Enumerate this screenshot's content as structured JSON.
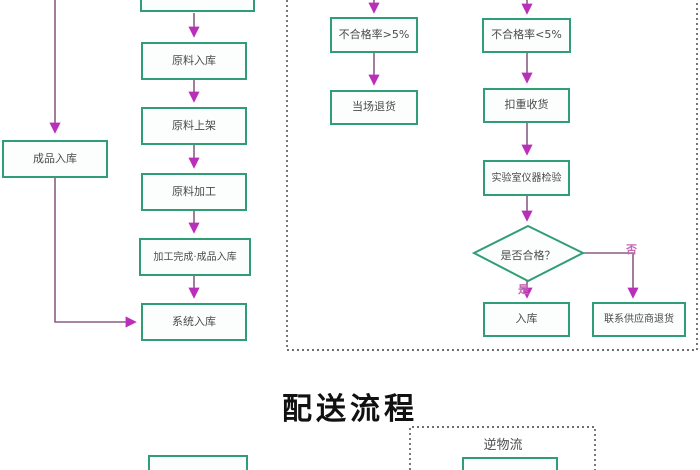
{
  "colors": {
    "node_border": "#2f9e77",
    "node_fill": "#fcfefd",
    "connector_line": "#8a5d86",
    "arrow_head": "#b92fb9",
    "node_text": "#4a4a4a",
    "decision_edge_text": "#c468b4",
    "dashed_border": "#3f3f3f",
    "title_text": "#111111"
  },
  "nodes": {
    "finished_in": "成品入库",
    "raw_in": "原料入库",
    "raw_shelf": "原料上架",
    "raw_process": "原料加工",
    "process_done": "加工完成·成品入库",
    "system_in": "系统入库",
    "reject_gt5": "不合格率>5%",
    "onsite_return": "当场退货",
    "reject_lt5": "不合格率<5%",
    "deduct_receive": "扣重收货",
    "lab_inspect": "实验室仪器检验",
    "qualified_q": "是否合格？",
    "warehouse_in": "入库",
    "contact_supplier": "联系供应商退货"
  },
  "edge_labels": {
    "yes": "是",
    "no": "否"
  },
  "sections": {
    "delivery_title": "配送流程",
    "reverse_logistics": "逆物流"
  }
}
